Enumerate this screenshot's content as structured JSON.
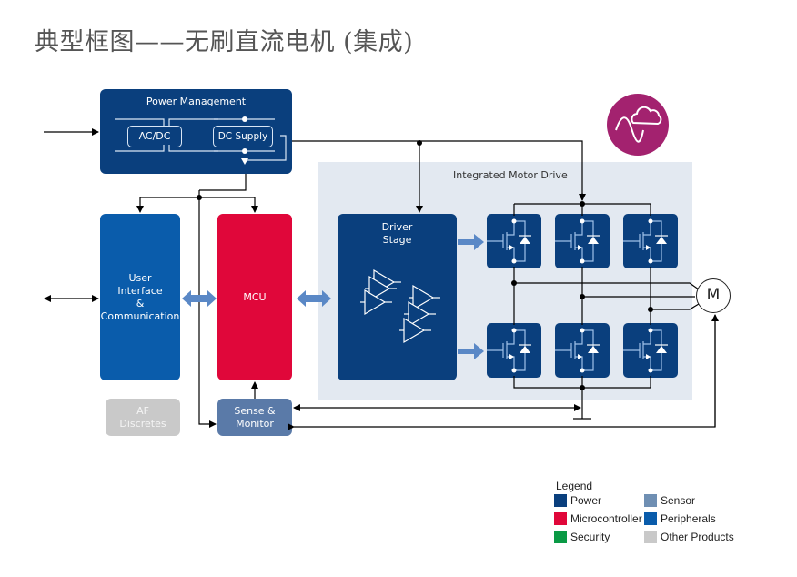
{
  "title": "典型框图——无刷直流电机 (集成)",
  "blocks": {
    "power_management": {
      "label": "Power Management",
      "acdc": "AC/DC",
      "dc_supply": "DC Supply"
    },
    "user_interface": {
      "label_lines": [
        "User",
        "Interface",
        "&",
        "Communication"
      ]
    },
    "mcu": {
      "label": "MCU"
    },
    "af_discretes": {
      "label_lines": [
        "AF",
        "Discretes"
      ]
    },
    "sense_monitor": {
      "label_lines": [
        "Sense &",
        "Monitor"
      ]
    },
    "integrated_motor_drive": {
      "label": "Integrated Motor Drive"
    },
    "driver_stage": {
      "label_lines": [
        "Driver",
        "Stage"
      ]
    },
    "motor": {
      "label": "M"
    }
  },
  "icons": {
    "badge": "cloud-sine-wave-icon",
    "switch": "mosfet-icon",
    "amplifier": "op-amp-icon"
  },
  "colors": {
    "power": "#0a3f7d",
    "microcontroller": "#e0073a",
    "security": "#0a9a45",
    "sensor": "#6f8fb3",
    "peripherals": "#0a5cab",
    "other_products": "#c9c9c9",
    "badge": "#a3226f",
    "imd_background": "#e3e9f1"
  },
  "legend": {
    "title": "Legend",
    "items": [
      {
        "label": "Power",
        "color": "#0a3f7d"
      },
      {
        "label": "Sensor",
        "color": "#6f8fb3"
      },
      {
        "label": "Microcontroller",
        "color": "#e0073a"
      },
      {
        "label": "Peripherals",
        "color": "#0a5cab"
      },
      {
        "label": "Security",
        "color": "#0a9a45"
      },
      {
        "label": "Other Products",
        "color": "#c9c9c9"
      }
    ]
  }
}
